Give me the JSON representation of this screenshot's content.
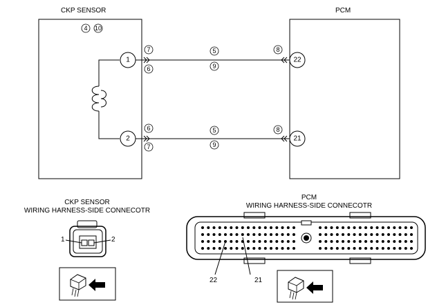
{
  "components": {
    "ckp_title": "CKP SENSOR",
    "pcm_title": "PCM",
    "ckp_notes": [
      "4",
      "10"
    ]
  },
  "pins": {
    "ckp_pin_1": "1",
    "ckp_pin_2": "2",
    "pcm_pin_22": "22",
    "pcm_pin_21": "21"
  },
  "wire_notes": {
    "top_left_upper": "7",
    "top_left_lower": "6",
    "top_mid_upper": "5",
    "top_mid_lower": "9",
    "top_right": "8",
    "bot_left_upper": "6",
    "bot_left_lower": "7",
    "bot_mid_upper": "5",
    "bot_mid_lower": "9",
    "bot_right": "8"
  },
  "connectors": {
    "ckp_title_1": "CKP SENSOR",
    "ckp_title_2": "WIRING HARNESS-SIDE CONNECOTR",
    "ckp_pin_left": "1",
    "ckp_pin_right": "2",
    "pcm_title_1": "PCM",
    "pcm_title_2": "WIRING HARNESS-SIDE CONNECOTR",
    "pcm_pin_22": "22",
    "pcm_pin_21": "21"
  }
}
